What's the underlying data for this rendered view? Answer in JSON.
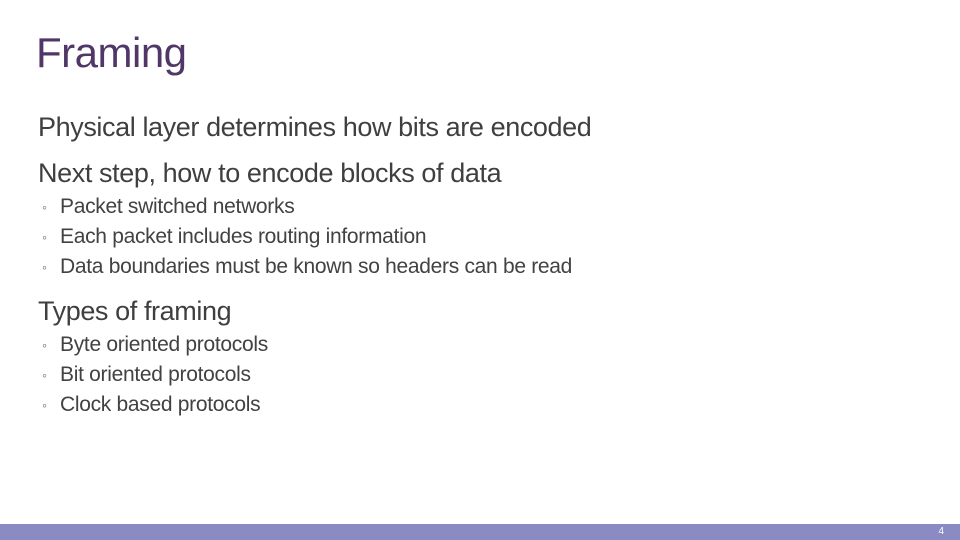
{
  "slide": {
    "title": "Framing",
    "bullet_marker": "◦",
    "sections": [
      {
        "heading": "Physical layer determines how bits are encoded",
        "bullets": []
      },
      {
        "heading": "Next step, how to encode blocks of data",
        "bullets": [
          "Packet switched networks",
          "Each packet includes routing information",
          "Data boundaries must be known so headers can be read"
        ]
      },
      {
        "heading": "Types of framing",
        "bullets": [
          "Byte oriented protocols",
          "Bit oriented protocols",
          "Clock based protocols"
        ]
      }
    ],
    "footer": {
      "page_number": "4"
    },
    "colors": {
      "background": "#ffffff",
      "title_text": "#503768",
      "body_text": "#3f3f41",
      "bullet_marker": "#6d6370",
      "footer_bar": "#8a8bc3",
      "page_number_text": "#ffffff"
    }
  }
}
